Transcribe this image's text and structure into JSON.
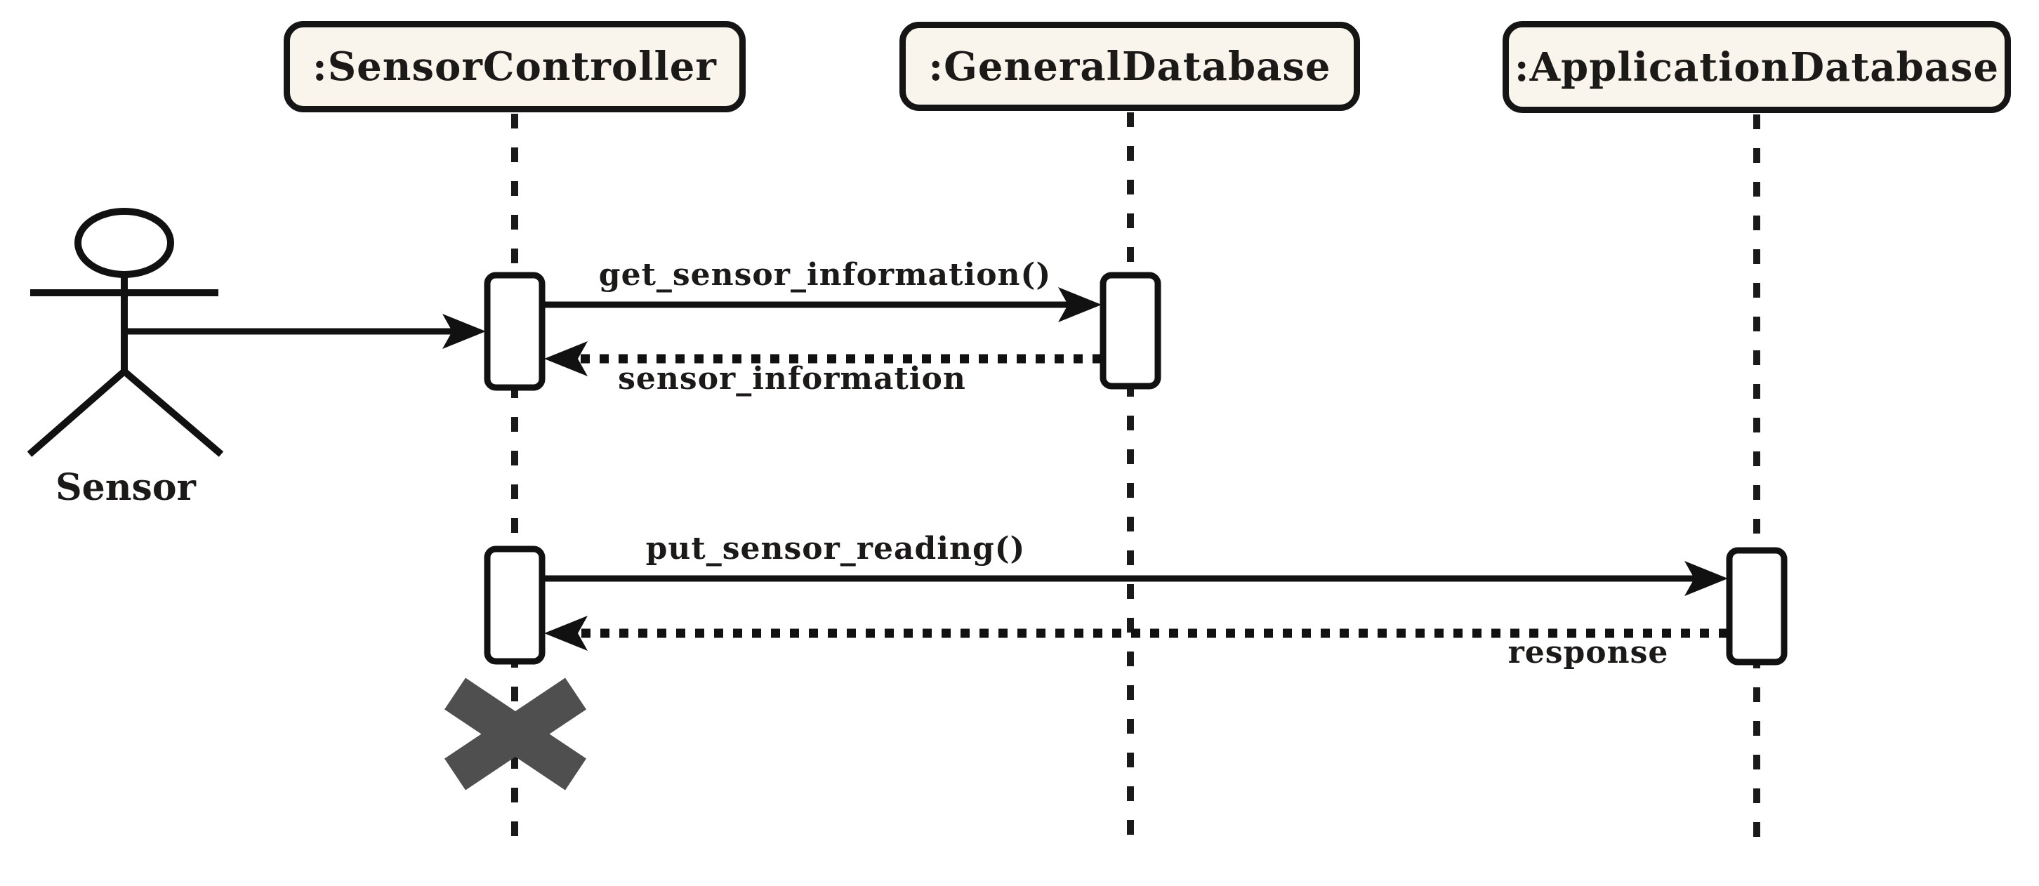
{
  "diagram": {
    "type": "uml-sequence-diagram",
    "actor": {
      "label": "Sensor"
    },
    "participants": [
      {
        "label": ":SensorController"
      },
      {
        "label": ":GeneralDatabase"
      },
      {
        "label": ":ApplicationDatabase"
      }
    ],
    "messages": [
      {
        "from": "Sensor",
        "to": ":SensorController",
        "label": "",
        "line": "solid",
        "kind": "call"
      },
      {
        "from": ":SensorController",
        "to": ":GeneralDatabase",
        "label": "get_sensor_information()",
        "line": "solid",
        "kind": "call"
      },
      {
        "from": ":GeneralDatabase",
        "to": ":SensorController",
        "label": "sensor_information",
        "line": "dotted",
        "kind": "return"
      },
      {
        "from": ":SensorController",
        "to": ":ApplicationDatabase",
        "label": "put_sensor_reading()",
        "line": "solid",
        "kind": "call"
      },
      {
        "from": ":ApplicationDatabase",
        "to": ":SensorController",
        "label": "response",
        "line": "dotted",
        "kind": "return"
      }
    ],
    "destruction": {
      "on": ":SensorController",
      "symbol": "X"
    },
    "colors": {
      "background": "#ffffff",
      "participant_fill": "#f9f5ec",
      "line": "#1a1a1a",
      "text": "#1c1a19",
      "destroy_x": "#4f4f4f"
    }
  }
}
